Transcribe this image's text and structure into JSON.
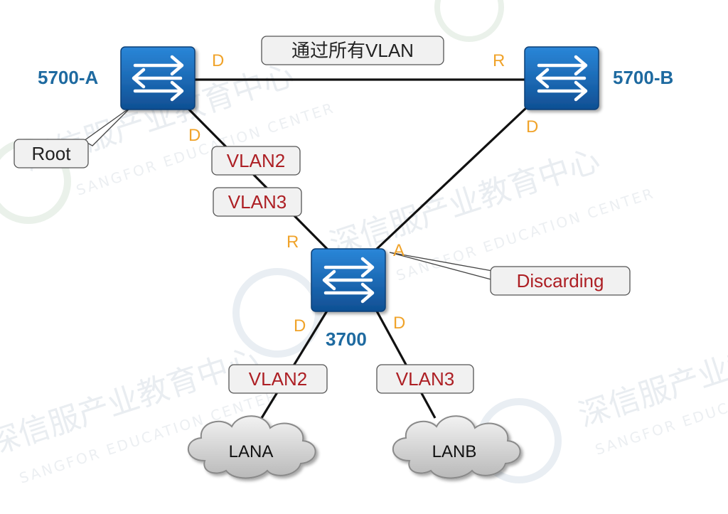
{
  "watermark": {
    "brand_cn": "深信服产业教育中心",
    "brand_en": "SANGFOR EDUCATION CENTER"
  },
  "devices": {
    "sw_a": {
      "name": "5700-A",
      "icon": "switch-icon"
    },
    "sw_b": {
      "name": "5700-B",
      "icon": "switch-icon"
    },
    "sw_c": {
      "name": "3700",
      "icon": "switch-icon"
    }
  },
  "ports": {
    "a_to_b": "D",
    "b_to_a": "R",
    "a_to_c": "D",
    "b_to_c": "D",
    "c_to_a": "R",
    "c_to_b": "A",
    "c_to_lana": "D",
    "c_to_lanb": "D"
  },
  "tags": {
    "trunk_all": "通过所有VLAN",
    "root": "Root",
    "vlan2_ac": "VLAN2",
    "vlan3_ac": "VLAN3",
    "discarding": "Discarding",
    "vlan2_lana": "VLAN2",
    "vlan3_lanb": "VLAN3"
  },
  "clouds": {
    "lana": "LANA",
    "lanb": "LANB"
  },
  "colors": {
    "switch_blue": "#1565b4",
    "port_orange": "#f0a32a",
    "device_label_blue": "#1e6aa0",
    "vlan_red": "#ad1f24"
  }
}
